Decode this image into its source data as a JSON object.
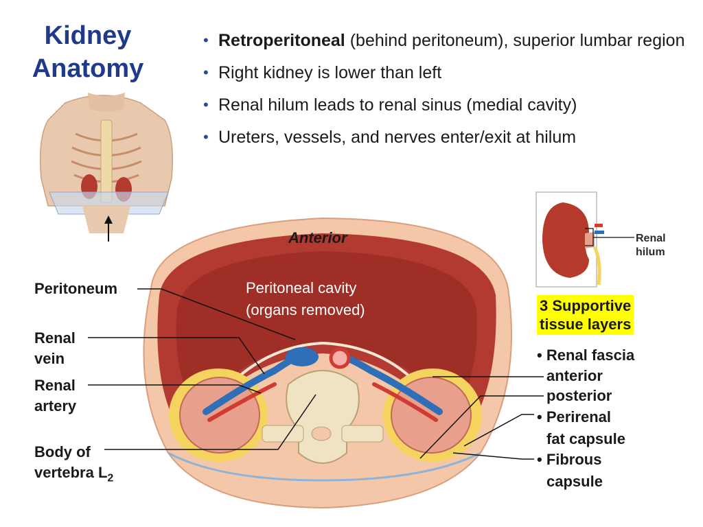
{
  "title": {
    "line1": "Kidney",
    "line2": "Anatomy"
  },
  "bullets": [
    {
      "bold": "Retroperitoneal",
      "text": " (behind peritoneum), superior lumbar region"
    },
    {
      "bold": "",
      "text": "Right kidney is lower than left"
    },
    {
      "bold": "",
      "text": "Renal hilum leads to renal sinus (medial cavity)"
    },
    {
      "bold": "",
      "text": "Ureters, vessels, and nerves enter/exit at hilum"
    }
  ],
  "diagram": {
    "anterior": "Anterior",
    "cavity_line1": "Peritoneal cavity",
    "cavity_line2": "(organs removed)",
    "peritoneum": "Peritoneum",
    "renal_vein_1": "Renal",
    "renal_vein_2": "vein",
    "renal_artery_1": "Renal",
    "renal_artery_2": "artery",
    "vertebra_1": "Body of",
    "vertebra_2": "vertebra L",
    "vertebra_sub": "2"
  },
  "inset": {
    "hilum_1": "Renal",
    "hilum_2": "hilum"
  },
  "layers": {
    "tag_line1": "3 Supportive",
    "tag_line2": "tissue layers",
    "fascia": "• Renal fascia",
    "anterior": "anterior",
    "posterior": "posterior",
    "perirenal_1": "• Perirenal",
    "perirenal_2": "fat capsule",
    "fibrous_1": "• Fibrous",
    "fibrous_2": "capsule"
  },
  "colors": {
    "title": "#1f3a8a",
    "highlight": "#ffff00",
    "muscle": "#b23a30",
    "skin": "#f3c7a8",
    "vein": "#2f6fb8",
    "artery": "#d03b33",
    "fat": "#f4d35e"
  }
}
